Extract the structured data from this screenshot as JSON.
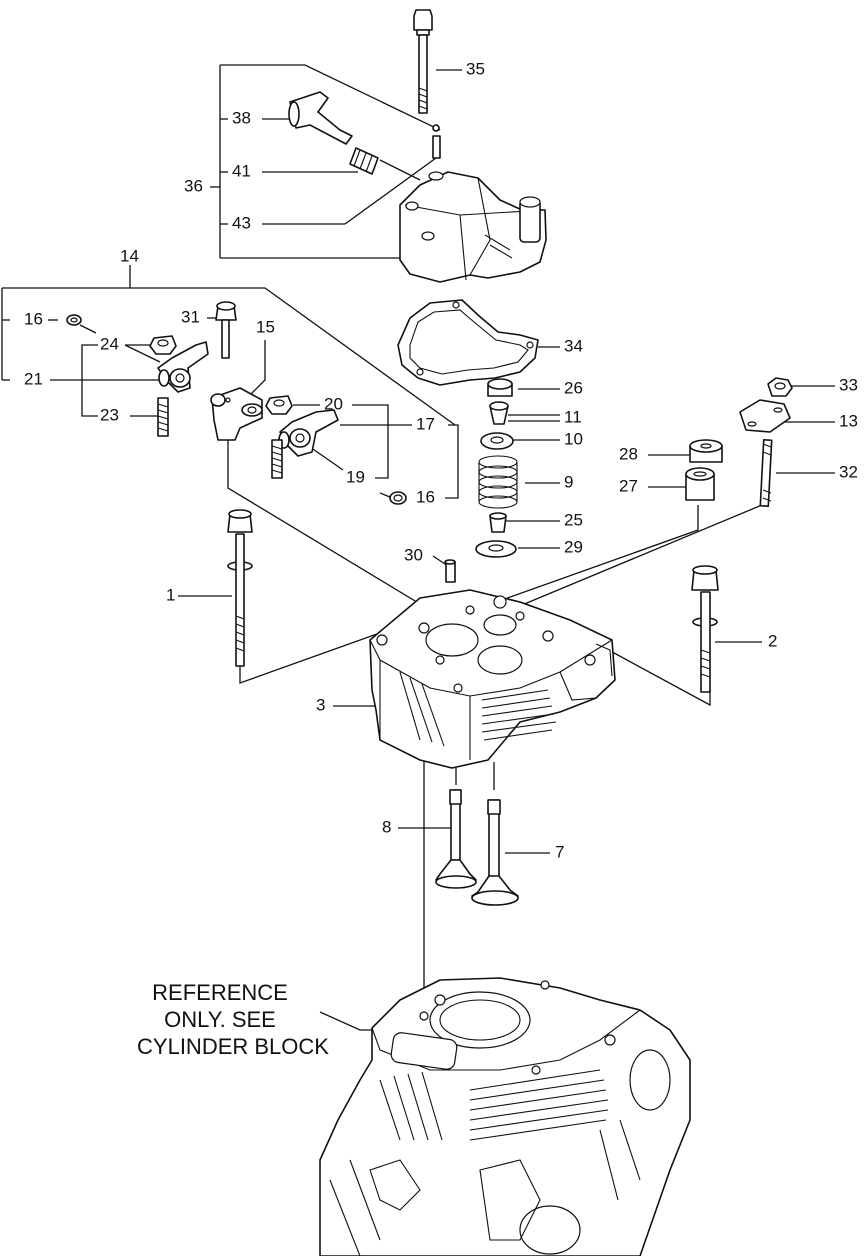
{
  "labels": {
    "p1": "1",
    "p2": "2",
    "p3": "3",
    "p7": "7",
    "p8": "8",
    "p9": "9",
    "p10": "10",
    "p11": "11",
    "p13": "13",
    "p14": "14",
    "p15": "15",
    "p16a": "16",
    "p16b": "16",
    "p17": "17",
    "p19": "19",
    "p20": "20",
    "p21": "21",
    "p23": "23",
    "p24": "24",
    "p25": "25",
    "p26": "26",
    "p27": "27",
    "p28": "28",
    "p29": "29",
    "p30": "30",
    "p31": "31",
    "p32": "32",
    "p33": "33",
    "p34": "34",
    "p35": "35",
    "p36": "36",
    "p38": "38",
    "p41": "41",
    "p43": "43"
  },
  "reference_note": {
    "line1": "REFERENCE",
    "line2": "ONLY. SEE",
    "line3": "CYLINDER BLOCK"
  }
}
